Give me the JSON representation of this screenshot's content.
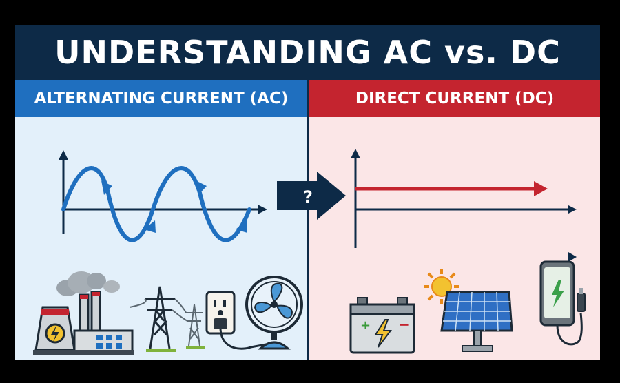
{
  "title": "UNDERSTANDING AC vs. DC",
  "ac": {
    "header": "ALTERNATING CURRENT (AC)",
    "graph_type": "sine-wave",
    "icons": [
      "power-plant-icon",
      "transmission-tower-icon",
      "wall-outlet-icon",
      "electric-fan-icon"
    ]
  },
  "dc": {
    "header": "DIRECT CURRENT (DC)",
    "graph_type": "constant-flat-line",
    "icons": [
      "car-battery-icon",
      "solar-panel-icon",
      "smartphone-charger-icon"
    ]
  },
  "connector": {
    "symbol": "?"
  },
  "colors": {
    "title_bg": "#0d2a47",
    "ac_accent": "#1f6fbf",
    "dc_accent": "#c4242f",
    "ac_bg": "#e3f0fa",
    "dc_bg": "#fbe6e7"
  }
}
